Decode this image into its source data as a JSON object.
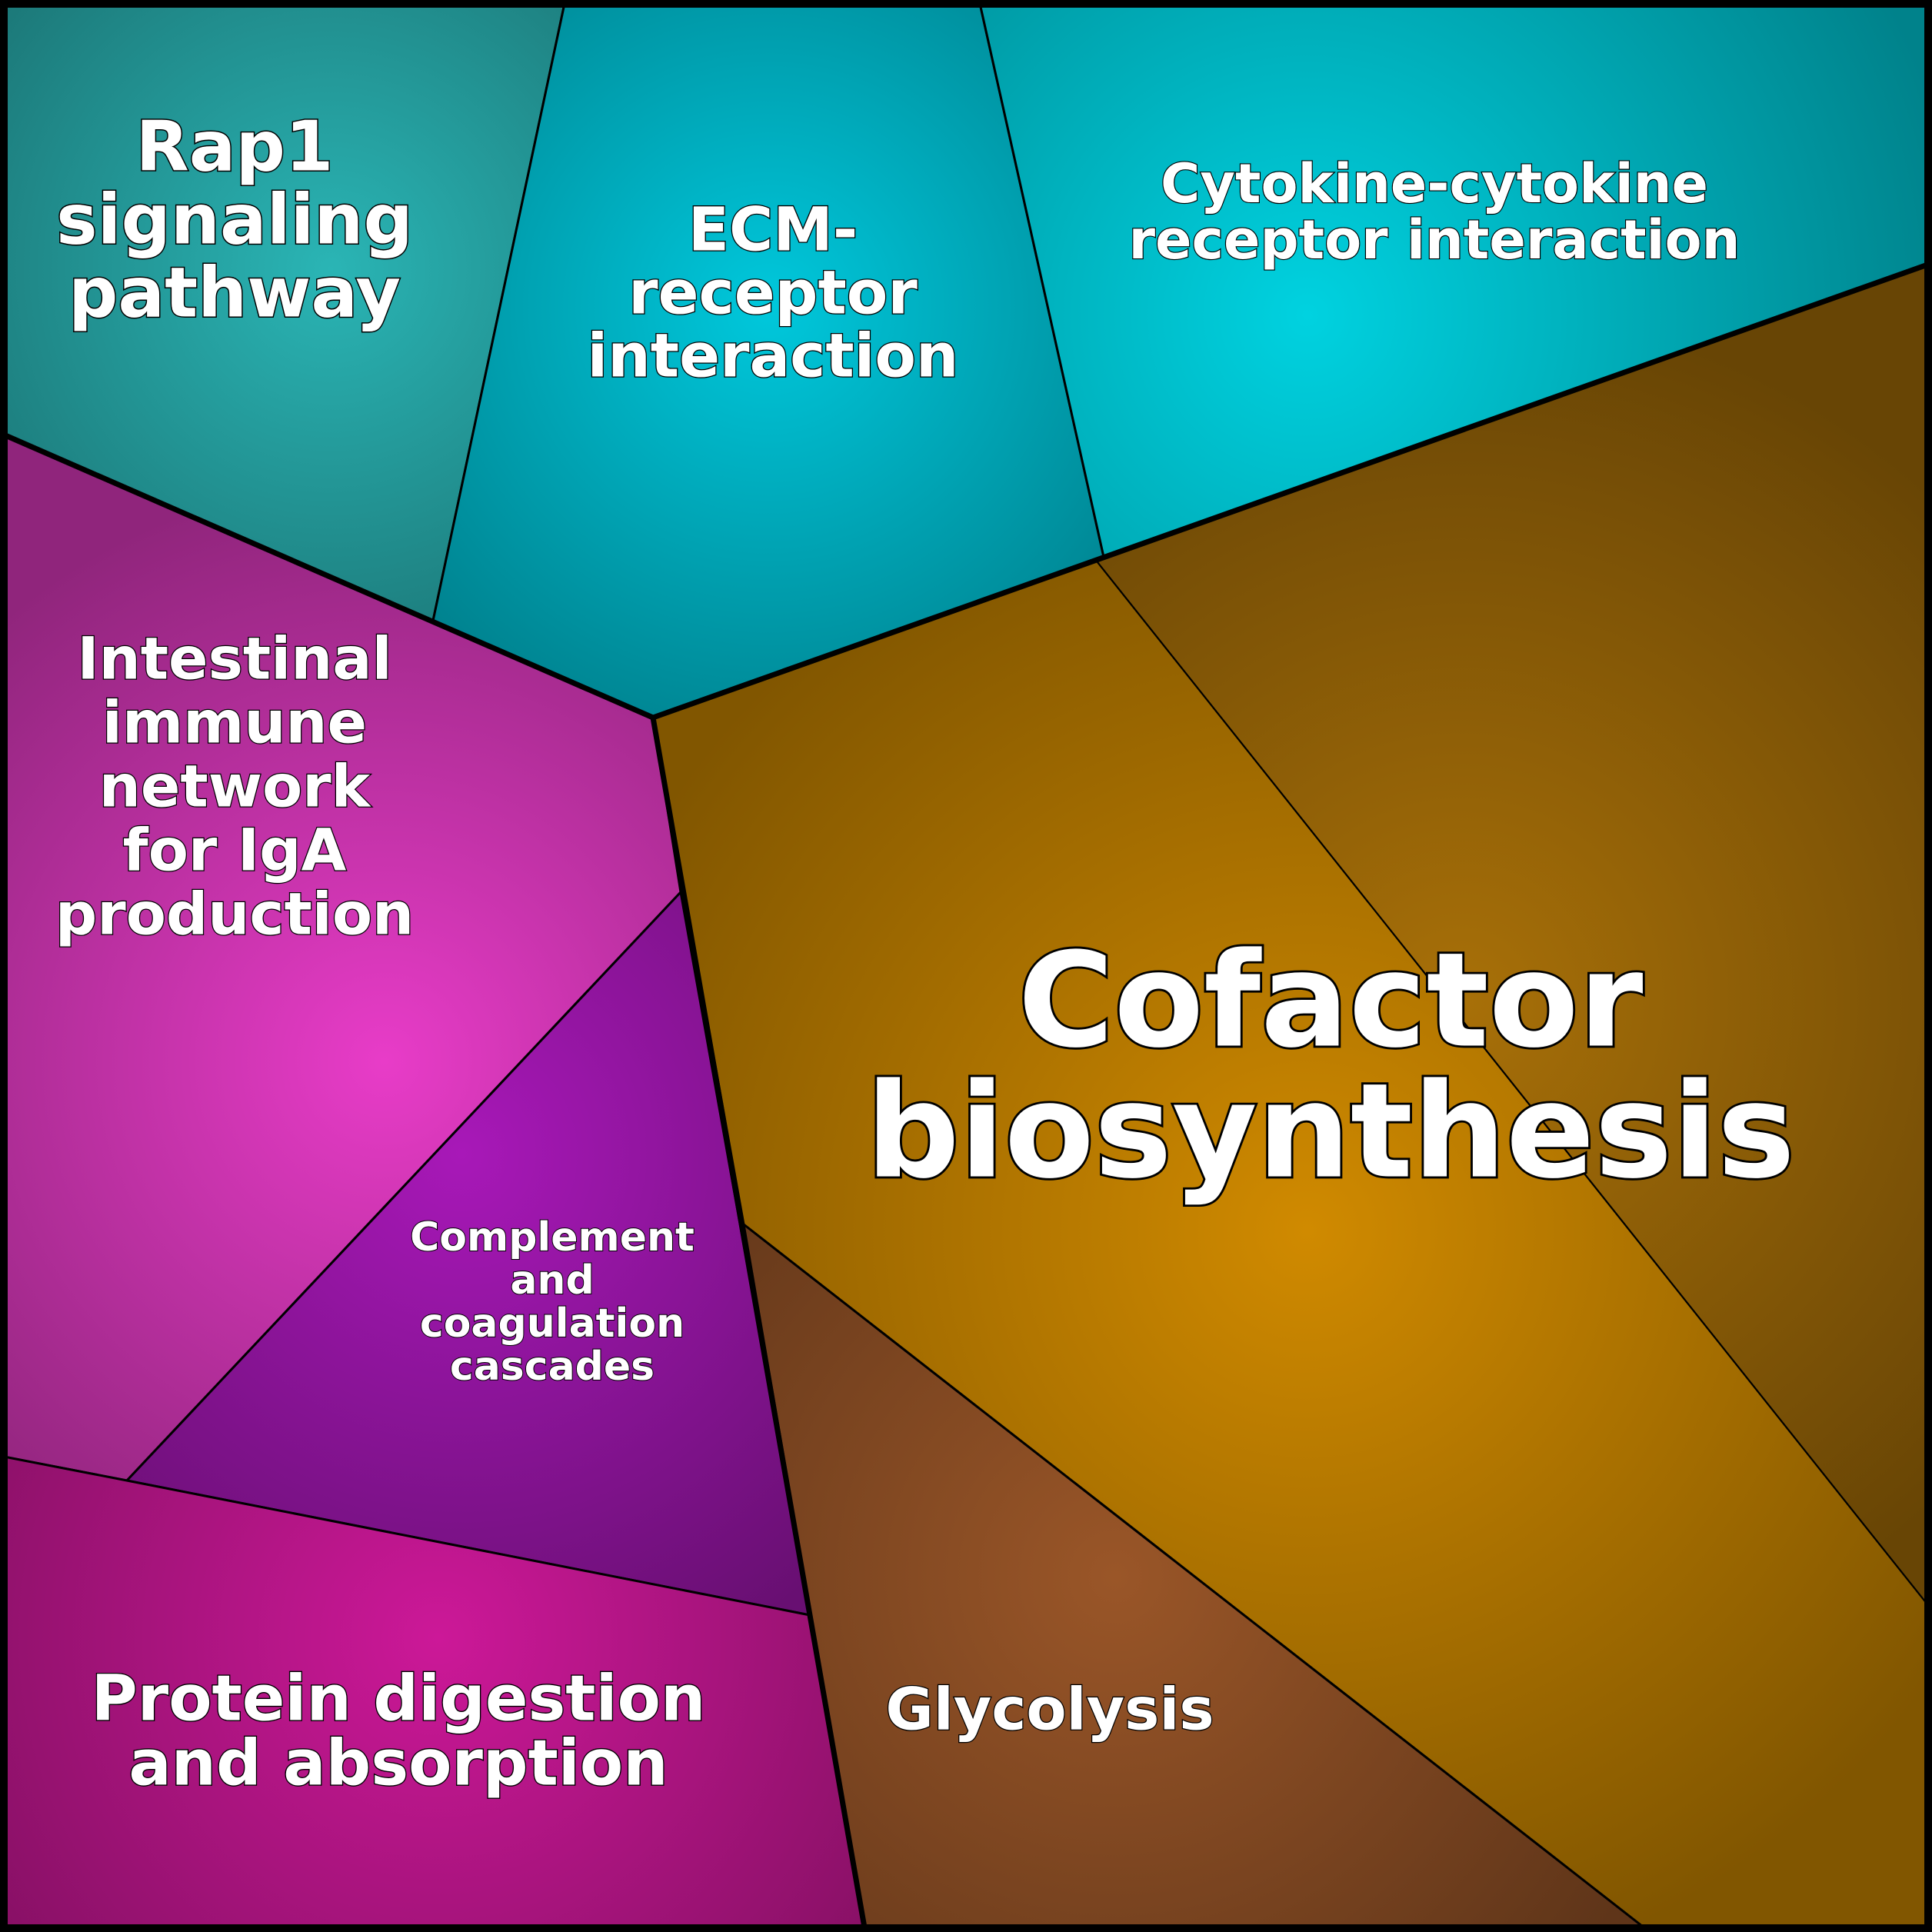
{
  "diagram": {
    "type": "voronoi-treemap",
    "groups": [
      {
        "name": "teal",
        "color": "#00bcd4",
        "cells": [
          {
            "id": "rap1",
            "label": [
              "Rap1",
              "signaling",
              "pathway"
            ],
            "color": "#2ab5b5"
          },
          {
            "id": "ecm",
            "label": [
              "ECM-",
              "receptor",
              "interaction"
            ],
            "color": "#00c8dc"
          },
          {
            "id": "cytokine",
            "label": [
              "Cytokine-cytokine",
              "receptor interaction"
            ],
            "color": "#00d2e0"
          }
        ]
      },
      {
        "name": "magenta",
        "color": "#c020a0",
        "cells": [
          {
            "id": "intestinal",
            "label": [
              "Intestinal",
              "immune",
              "network",
              "for IgA",
              "production"
            ],
            "color": "#e83cc8"
          },
          {
            "id": "complement",
            "label": [
              "Complement",
              "and",
              "coagulation",
              "cascades"
            ],
            "color": "#a818b8"
          },
          {
            "id": "protein",
            "label": [
              "Protein digestion",
              "and absorption"
            ],
            "color": "#cc1898"
          }
        ]
      },
      {
        "name": "amber",
        "color": "#b07000",
        "cells": [
          {
            "id": "cofactor",
            "label": [
              "Cofactor",
              "biosynthesis"
            ],
            "color": "#d08a00"
          },
          {
            "id": "cofactor_right",
            "label": [],
            "color": "#a87008"
          },
          {
            "id": "glycolysis",
            "label": [
              "Glycolysis"
            ],
            "color": "#9a5628"
          }
        ]
      }
    ]
  }
}
